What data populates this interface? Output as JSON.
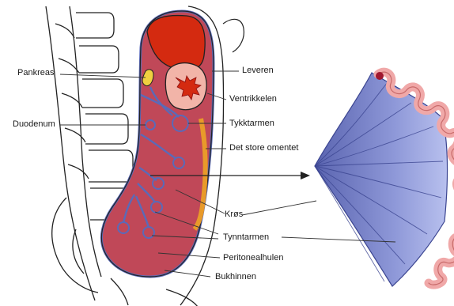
{
  "labels": {
    "pankreas": "Pankreas",
    "duodenum": "Duodenum",
    "leveren": "Leveren",
    "ventrikkelen": "Ventrikkelen",
    "tykktarmen": "Tykktarmen",
    "det_store_omentet": "Det store omentet",
    "kros": "Krøs",
    "tynntarmen": "Tynntarmen",
    "peritonealhulen": "Peritonealhulen",
    "bukhinnen": "Bukhinnen"
  },
  "colors": {
    "liver": "#d42a10",
    "cavity": "#c04858",
    "peritoneum_line": "#5a6ab8",
    "mesentery_fan": "#8e98d8",
    "intestine_wall": "#f0a8a8",
    "omentum": "#e89a2a",
    "pancreas": "#f0d040",
    "stomach": "#f2b4a8",
    "outline": "#222222"
  }
}
